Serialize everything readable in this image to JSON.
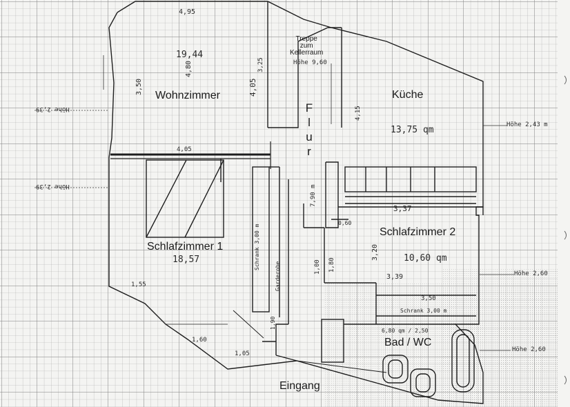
{
  "rooms": {
    "wohnzimmer": "Wohnzimmer",
    "kueche": "Küche",
    "flur": "Flur",
    "schlafzimmer1": "Schlafzimmer 1",
    "schlafzimmer2": "Schlafzimmer 2",
    "bad": "Bad / WC",
    "eingang": "Eingang",
    "treppe": [
      "Treppe",
      "zum",
      "Kellerraum"
    ]
  },
  "handwriting": {
    "wohn_area": "19,44",
    "kueche_area": "13,75 qm",
    "sz1_area": "18,57",
    "sz2_area": "10,60 qm",
    "top_width": "4,95",
    "wohn_len": "4,80",
    "d_405": "4,05",
    "d_325": "3,25",
    "d_350": "3,50",
    "hoehe_960": "Höhe 9,60",
    "wall_405": "4,05",
    "sz2_337": "3,37",
    "d_320": "3,20",
    "d_339": "3,39",
    "d_350b": "3,50",
    "schrank_sz1": "Schrank 3,00 m",
    "schrank_sz2": "Schrank 3,00 m",
    "garderobe": "Garderobe",
    "flur_len": "7,90 m",
    "d_155": "1,55",
    "d_160": "1,60",
    "d_105": "1,05",
    "d_190": "1,90",
    "d_180": "1,80",
    "d_060": "0,60",
    "d_100": "1,00",
    "hoehe_kueche": "Höhe 2,43 m",
    "hoehe_sz2": "Höhe 2,60",
    "hoehe_bad": "Höhe 2,60",
    "hoehe_left1": "Höhe 2,39",
    "hoehe_left2": "Höhe 2,39",
    "bad_dim": "6,80 qm / 2,50",
    "kueche_dim": "4,15",
    "colors": {
      "ink": "#222222",
      "grid": "#9a9a9a",
      "paper": "#f4f4f2"
    }
  }
}
